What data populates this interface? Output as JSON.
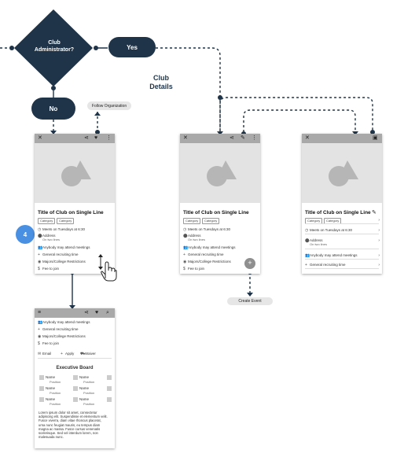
{
  "flow": {
    "decision_label": "Club Administrator?",
    "yes_label": "Yes",
    "no_label": "No",
    "follow_label": "Follow Organization",
    "section_title": "Club Details",
    "create_event_label": "Create Event",
    "step_badge": "4"
  },
  "club": {
    "title": "Title of Club on Single Line",
    "category": "Category",
    "meets": "Meets on Tuesdays at 6:30",
    "address": "Address",
    "address_sub": "On two lines",
    "attend": "Anybody may attend meetings",
    "recruit": "General recruiting time",
    "majors": "Majors/College Restrictions",
    "fee": "Fee to join"
  },
  "detail": {
    "email": "Email",
    "apply": "Apply",
    "waiver": "Waiver",
    "board_title": "Executive Board",
    "member_name": "Name",
    "member_position": "Position",
    "lorem": "Lorem ipsum dolor sit amet, consectetur adipiscing elit. Suspendisse et elementum velit. Fusce viverra, diam vitae rhoncus placerat, urna nunc feugiat mauris, eu tempus diam magna ac massa. Fusce cursus venenatis scelerisque. Sed vel interdum lorem, non malesuada nunc."
  },
  "icons": {
    "close": "close-icon",
    "share": "share-icon",
    "heart": "heart-icon",
    "more": "more-icon",
    "edit": "edit-icon",
    "menu": "menu-icon",
    "search": "search-icon",
    "add": "plus-icon"
  },
  "colors": {
    "navy": "#1f3448",
    "accent_blue": "#4a90e2",
    "toolbar_gray": "#a9a9a9"
  }
}
